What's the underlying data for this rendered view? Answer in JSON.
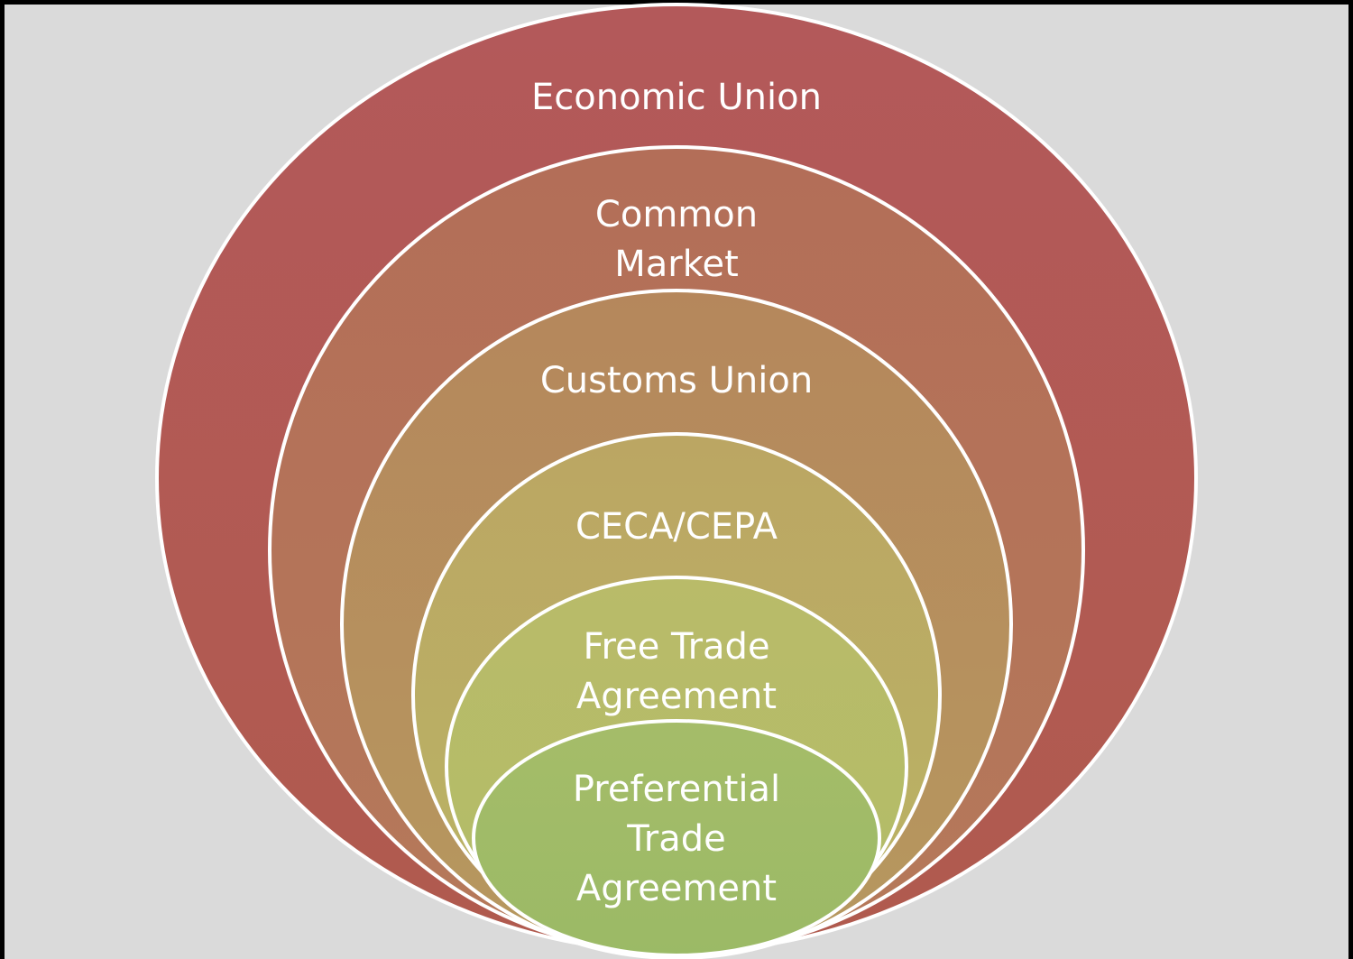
{
  "diagram": {
    "levels": [
      {
        "label": "Economic Union",
        "color": "#b25a53"
      },
      {
        "label": "Common\nMarket",
        "color": "#b47358"
      },
      {
        "label": "Customs Union",
        "color": "#b58f5d"
      },
      {
        "label": "CECA/CEPA",
        "color": "#bbac63"
      },
      {
        "label": "Free Trade\nAgreement",
        "color": "#b7bb68"
      },
      {
        "label": "Preferential\nTrade\nAgreement",
        "color": "#a0bb68"
      }
    ],
    "outline_color": "#ffffff",
    "background_color": "#dadada"
  }
}
